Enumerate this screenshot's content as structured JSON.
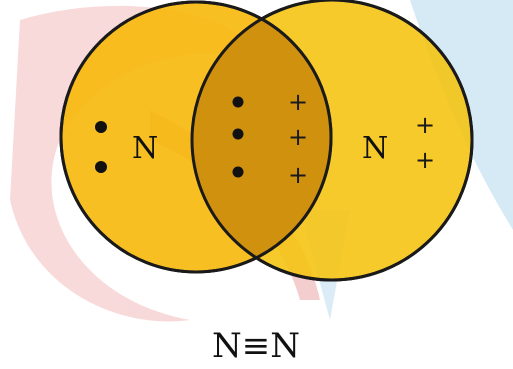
{
  "left_atom": {
    "symbol": "N",
    "lone_electron_count": 2,
    "shared_electron_count": 3,
    "electron_marker": "dot"
  },
  "right_atom": {
    "symbol": "N",
    "lone_electron_count": 2,
    "shared_electron_count": 3,
    "electron_marker": "+"
  },
  "formula": "N≡N",
  "colors": {
    "circle_fill": "#f7c20f",
    "overlap_fill": "#c98a10",
    "outline": "#1a1a1a",
    "watermark_red": "#f3b8b8",
    "watermark_blue": "#b9dcf0"
  }
}
